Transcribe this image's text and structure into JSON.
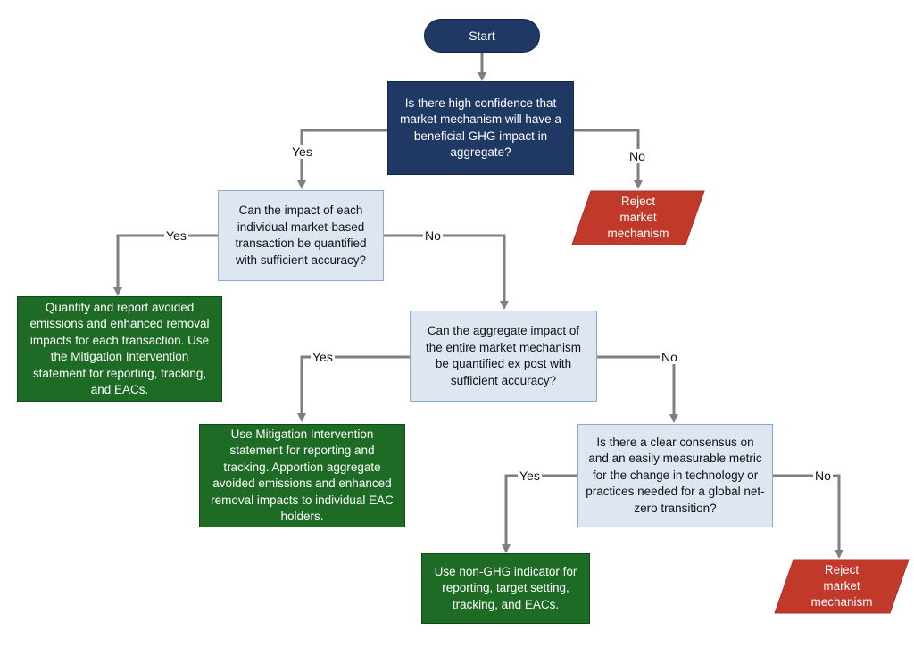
{
  "nodes": {
    "start": "Start",
    "q1": "Is there high confidence that market mechanism will have a beneficial GHG impact in aggregate?",
    "q2": "Can the impact of each individual market-based transaction be quantified with sufficient accuracy?",
    "q3": "Can the aggregate impact of the entire market mechanism be quantified ex post with sufficient accuracy?",
    "q4": "Is there a clear consensus on and an easily measurable metric for the change in technology or practices needed for a global net-zero transition?",
    "outcome1": "Quantify and report avoided emissions and enhanced removal impacts for each transaction. Use the Mitigation Intervention statement for reporting, tracking, and EACs.",
    "outcome2": "Use Mitigation Intervention statement for reporting and tracking. Apportion aggregate avoided emissions and enhanced removal impacts to individual EAC holders.",
    "outcome3": "Use non-GHG indicator for reporting, target setting, tracking, and EACs.",
    "reject1": "Reject\nmarket\nmechanism",
    "reject2": "Reject\nmarket\nmechanism"
  },
  "edge_labels": {
    "q1_yes": "Yes",
    "q1_no": "No",
    "q2_yes": "Yes",
    "q2_no": "No",
    "q3_yes": "Yes",
    "q3_no": "No",
    "q4_yes": "Yes",
    "q4_no": "No"
  },
  "colors": {
    "dark_navy": "#1f3864",
    "light_blue": "#dee6f2",
    "green": "#1e6b26",
    "red": "#c0392b",
    "connector": "#7f7f7f"
  }
}
